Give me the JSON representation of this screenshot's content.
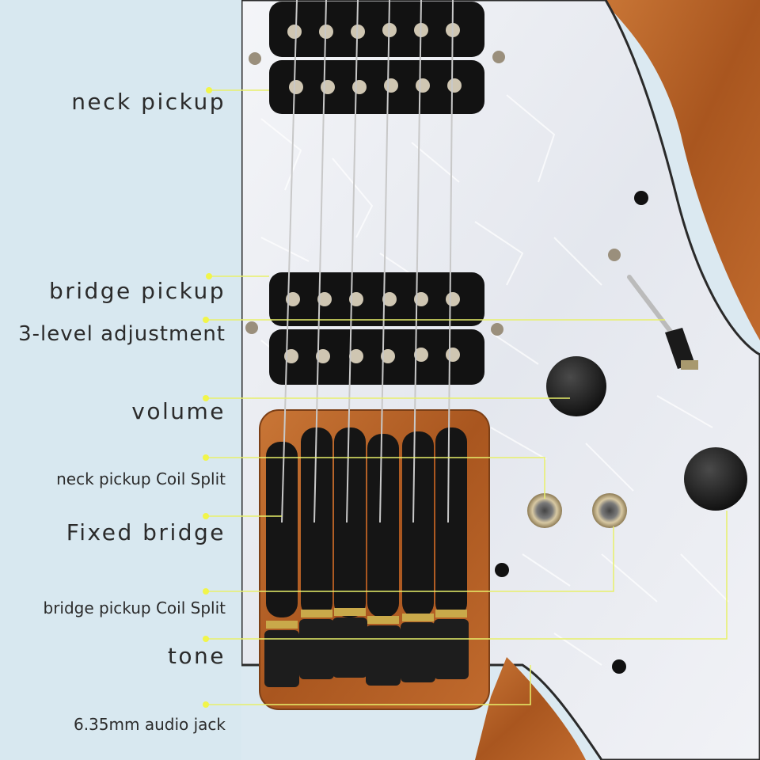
{
  "labels": {
    "neck_pickup": "neck pickup",
    "bridge_pickup": "bridge pickup",
    "three_level": "3-level adjustment",
    "volume": "volume",
    "neck_coil_split": "neck pickup Coil Split",
    "fixed_bridge": "Fixed bridge",
    "bridge_coil_split": "bridge pickup Coil Split",
    "tone": "tone",
    "audio_jack": "6.35mm audio jack"
  },
  "colors": {
    "background": "#d8e8f0",
    "leader_line": "#e8f06a",
    "leader_dot": "#f1f54a",
    "body_wood": "#b8642a",
    "pickguard": "#eef0f4",
    "hardware": "#151515"
  }
}
